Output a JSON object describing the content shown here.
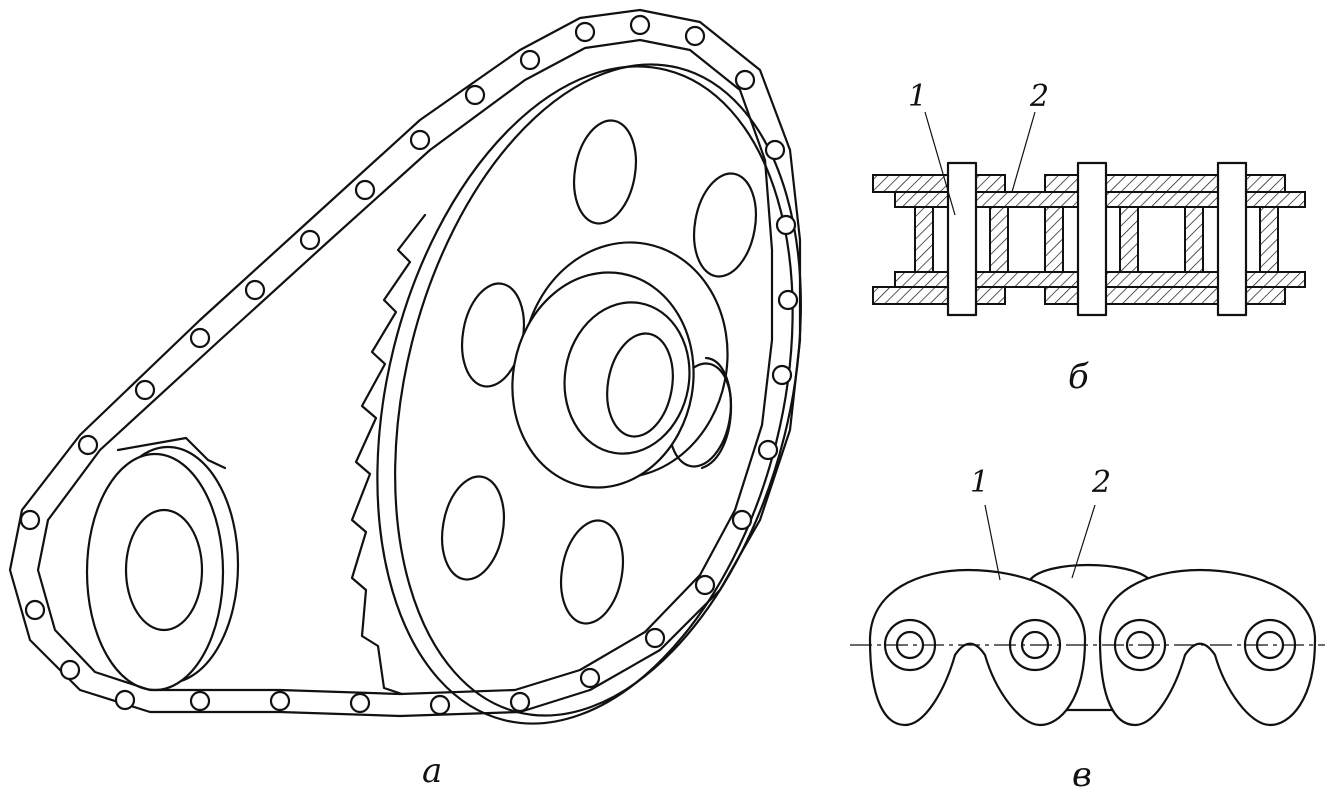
{
  "figure": {
    "caption_a": "а",
    "caption_b": "б",
    "caption_v": "в",
    "label_b_1": "1",
    "label_b_2": "2",
    "label_v_1": "1",
    "label_v_2": "2"
  }
}
